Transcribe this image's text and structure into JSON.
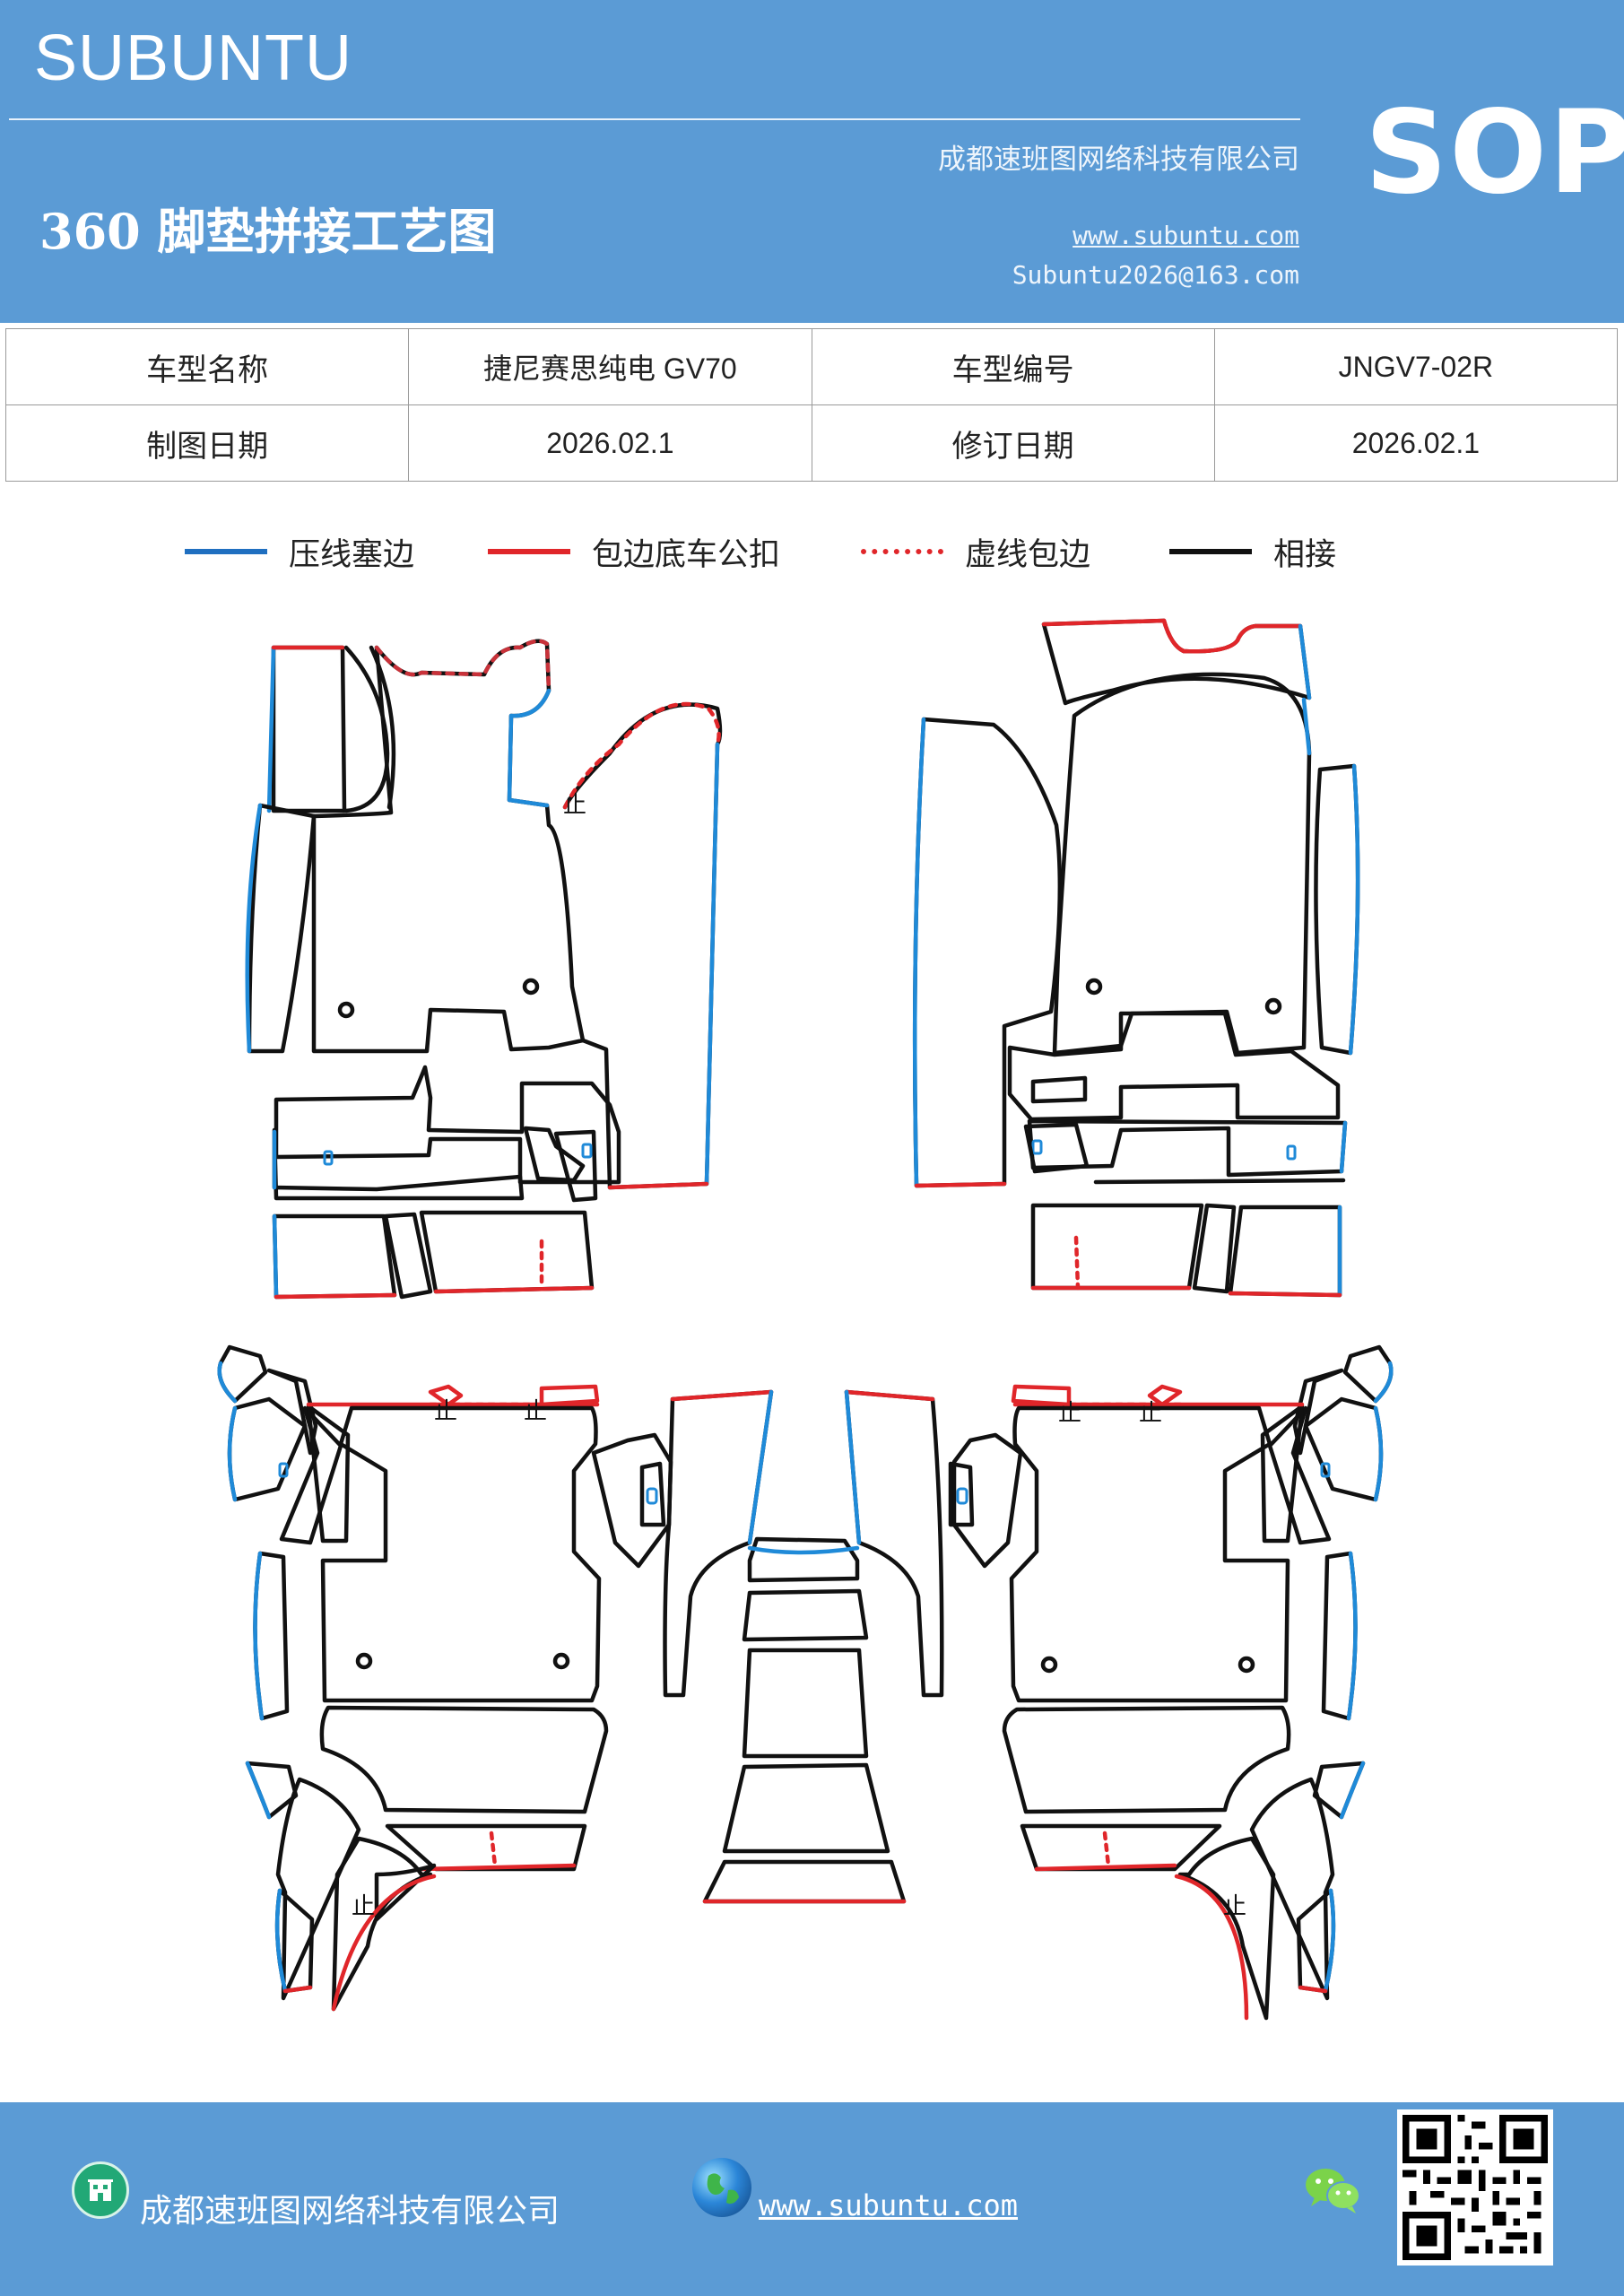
{
  "header": {
    "brand": "SUBUNTU",
    "title": "360 脚垫拼接工艺图",
    "company": "成都速班图网络科技有限公司",
    "website": "www.subuntu.com",
    "email": "Subuntu2026@163.com",
    "badge": "SOP"
  },
  "info_table": {
    "rows": [
      [
        "车型名称",
        "捷尼赛思纯电 GV70",
        "车型编号",
        "JNGV7-02R"
      ],
      [
        "制图日期",
        "2026.02.1",
        "修订日期",
        "2026.02.1"
      ]
    ]
  },
  "legend": [
    {
      "label": "压线塞边",
      "color": "#1f6fc0",
      "style": "solid"
    },
    {
      "label": "包边底车公扣",
      "color": "#e0262a",
      "style": "solid"
    },
    {
      "label": "虚线包边",
      "color": "#e0262a",
      "style": "dotted"
    },
    {
      "label": "相接",
      "color": "#111111",
      "style": "solid"
    }
  ],
  "diagram": {
    "stop_mark": "止"
  },
  "footer": {
    "company": "成都速班图网络科技有限公司",
    "website": "www.subuntu.com",
    "icons": [
      "building-icon",
      "globe-icon",
      "wechat-icon",
      "qr-code"
    ]
  },
  "colors": {
    "header_bg": "#5b9bd5",
    "blue_edge": "#1f8ad8",
    "red_edge": "#e0262a",
    "black_edge": "#111111"
  }
}
